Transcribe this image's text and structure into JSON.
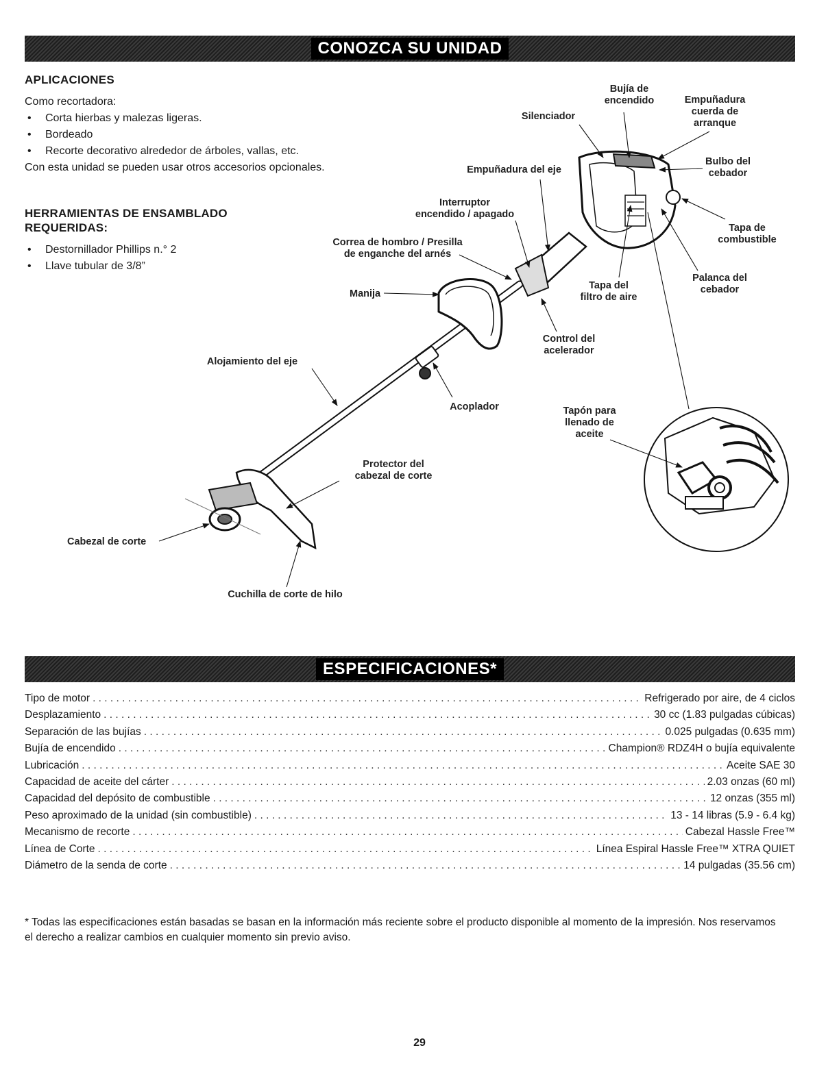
{
  "banner_top": "CONOZCA SU UNIDAD",
  "applications": {
    "heading": "APLICACIONES",
    "intro": "Como recortadora:",
    "items": [
      "Corta hierbas y malezas ligeras.",
      "Bordeado",
      "Recorte decorativo alrededor de árboles, vallas, etc."
    ],
    "note": "Con esta unidad se pueden usar otros accesorios opcionales."
  },
  "tools": {
    "heading_line1": "HERRAMIENTAS DE ENSAMBLADO",
    "heading_line2": "REQUERIDAS:",
    "items": [
      "Destornillador Phillips n.° 2",
      "Llave tubular de 3/8”"
    ]
  },
  "diagram_labels": {
    "bujia": [
      "Bujía de",
      "encendido"
    ],
    "empunadura_cuerda": [
      "Empuñadura",
      "cuerda de",
      "arranque"
    ],
    "silenciador": [
      "Silenciador"
    ],
    "bulbo": [
      "Bulbo del",
      "cebador"
    ],
    "empunadura_eje": [
      "Empuñadura del eje"
    ],
    "interruptor": [
      "Interruptor",
      "encendido / apagado"
    ],
    "tapa_combustible": [
      "Tapa de",
      "combustible"
    ],
    "correa": [
      "Correa de hombro / Presilla",
      "de enganche del arnés"
    ],
    "palanca": [
      "Palanca del",
      "cebador"
    ],
    "manija": [
      "Manija"
    ],
    "tapa_filtro": [
      "Tapa del",
      "filtro de aire"
    ],
    "control": [
      "Control del",
      "acelerador"
    ],
    "alojamiento": [
      "Alojamiento del eje"
    ],
    "acoplador": [
      "Acoplador"
    ],
    "tapon": [
      "Tapón para",
      "llenado de",
      "aceite"
    ],
    "protector": [
      "Protector del",
      "cabezal de corte"
    ],
    "cabezal": [
      "Cabezal de corte"
    ],
    "cuchilla": [
      "Cuchilla de corte de hilo"
    ]
  },
  "banner_specs": "ESPECIFICACIONES*",
  "specs": [
    {
      "label": "Tipo de motor",
      "value": "Refrigerado por aire, de 4 ciclos"
    },
    {
      "label": "Desplazamiento",
      "value": "30 cc (1.83 pulgadas cúbicas)"
    },
    {
      "label": "Separación de las bujías",
      "value": "0.025 pulgadas (0.635 mm)"
    },
    {
      "label": "Bujía de encendido",
      "value": "Champion® RDZ4H o bujía equivalente"
    },
    {
      "label": "Lubricación",
      "value": "Aceite SAE 30"
    },
    {
      "label": "Capacidad de aceite del cárter",
      "value": "2.03 onzas (60 ml)"
    },
    {
      "label": "Capacidad del depósito de combustible",
      "value": "12 onzas (355 ml)"
    },
    {
      "label": "Peso aproximado de la unidad (sin combustible)",
      "value": "13 - 14 libras (5.9 - 6.4 kg)"
    },
    {
      "label": "Mecanismo de recorte",
      "value": "Cabezal Hassle Free™"
    },
    {
      "label": "Línea de Corte",
      "value": "Línea Espiral Hassle Free™ XTRA QUIET"
    },
    {
      "label": "Diámetro de la senda de corte",
      "value": "14 pulgadas (35.56 cm)"
    }
  ],
  "footnote": "* Todas las especificaciones están basadas se basan en la información más reciente sobre el producto disponible al momento de la impresión. Nos reservamos el derecho a realizar cambios en cualquier momento sin previo aviso.",
  "page_number": "29"
}
